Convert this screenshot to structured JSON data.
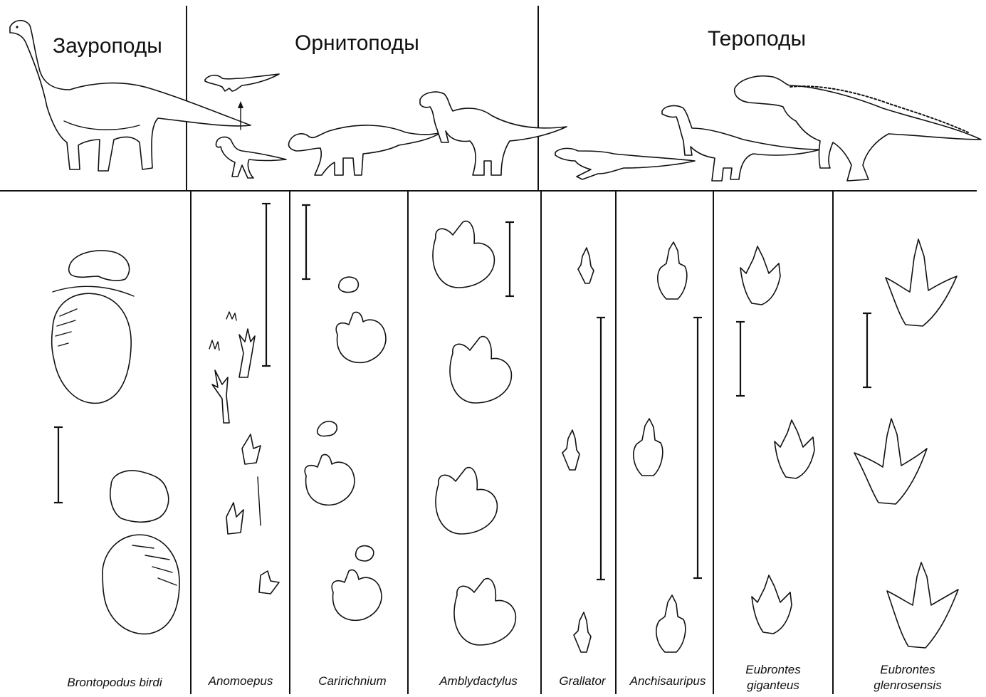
{
  "groups": {
    "sauropods": "Зауроподы",
    "ornithopods": "Орнитоподы",
    "theropods": "Тероподы"
  },
  "columns": [
    {
      "id": "brontopodus",
      "label": "Brontopodus  birdi"
    },
    {
      "id": "anomoepus",
      "label": "Anomoepus"
    },
    {
      "id": "caririchnium",
      "label": "Caririchnium"
    },
    {
      "id": "amblydactylus",
      "label": "Amblydactylus"
    },
    {
      "id": "grallator",
      "label": "Grallator"
    },
    {
      "id": "anchisauripus",
      "label": "Anchisauripus"
    },
    {
      "id": "eubrontes-giganteus",
      "label_line1": "Eubrontes",
      "label_line2": "giganteus"
    },
    {
      "id": "eubrontes-glenrosensis",
      "label_line1": "Eubrontes",
      "label_line2": "glenrosensis"
    }
  ]
}
